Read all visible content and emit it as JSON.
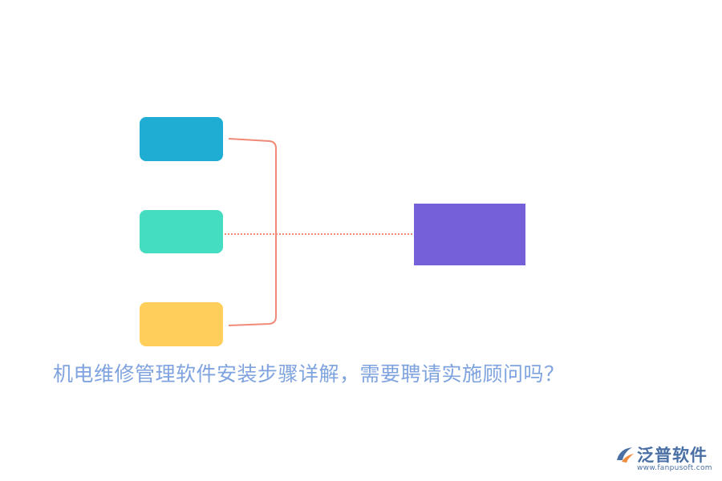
{
  "diagram": {
    "nodes": [
      {
        "id": "blue",
        "label": "",
        "color": "#1FADD3"
      },
      {
        "id": "teal",
        "label": "",
        "color": "#45DDC2"
      },
      {
        "id": "yellow",
        "label": "",
        "color": "#FFCE5B"
      },
      {
        "id": "purple",
        "label": "",
        "color": "#7660D9"
      }
    ],
    "connector_color": "#EF8A76",
    "connector_style": "bracket joining left boxes, dotted line to right box"
  },
  "caption": {
    "text": "机电维修管理软件安装步骤详解，需要聘请实施顾问吗？",
    "color": "#7FA3DF"
  },
  "logo": {
    "name": "泛普软件",
    "url": "www.fanpusoft.com",
    "icon": "fanpu-logo-icon",
    "text_color": "#4A6FA5",
    "url_color": "#4A6FA5",
    "mark_colors": [
      "#4A6FA5",
      "#F08A3C"
    ]
  }
}
